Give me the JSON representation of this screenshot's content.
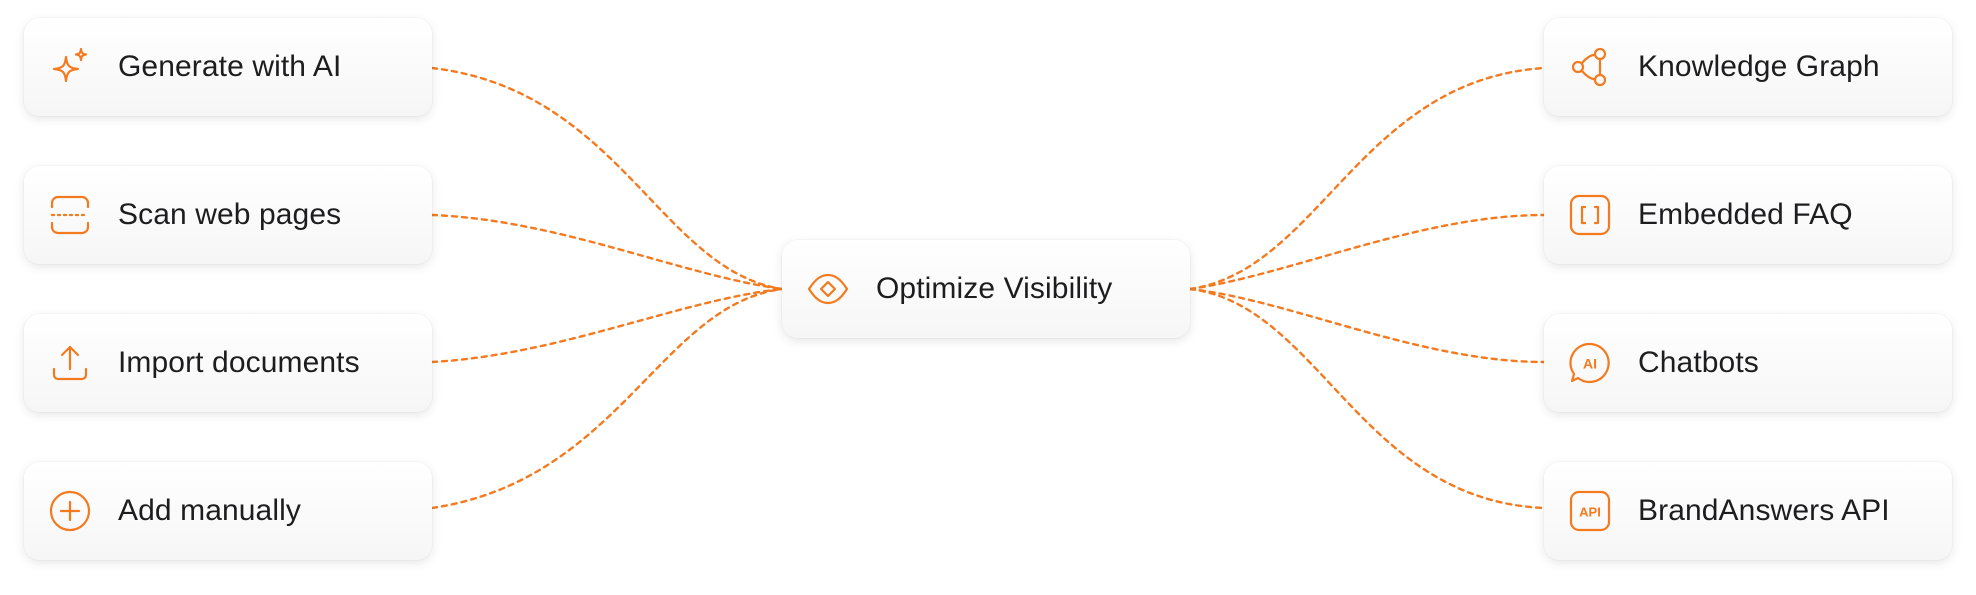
{
  "accent_color": "#f47a20",
  "center": {
    "label": "Optimize Visibility",
    "icon": "eye-diamond-icon"
  },
  "sources": [
    {
      "label": "Generate with AI",
      "icon": "sparkle-icon"
    },
    {
      "label": "Scan web pages",
      "icon": "scan-icon"
    },
    {
      "label": "Import documents",
      "icon": "upload-icon"
    },
    {
      "label": "Add manually",
      "icon": "plus-circle-icon"
    }
  ],
  "outputs": [
    {
      "label": "Knowledge Graph",
      "icon": "graph-nodes-icon"
    },
    {
      "label": "Embedded FAQ",
      "icon": "embed-brackets-icon"
    },
    {
      "label": "Chatbots",
      "icon": "ai-chat-bubble-icon"
    },
    {
      "label": "BrandAnswers API",
      "icon": "api-badge-icon"
    }
  ],
  "icon_text": {
    "ai": "AI",
    "api": "API"
  }
}
